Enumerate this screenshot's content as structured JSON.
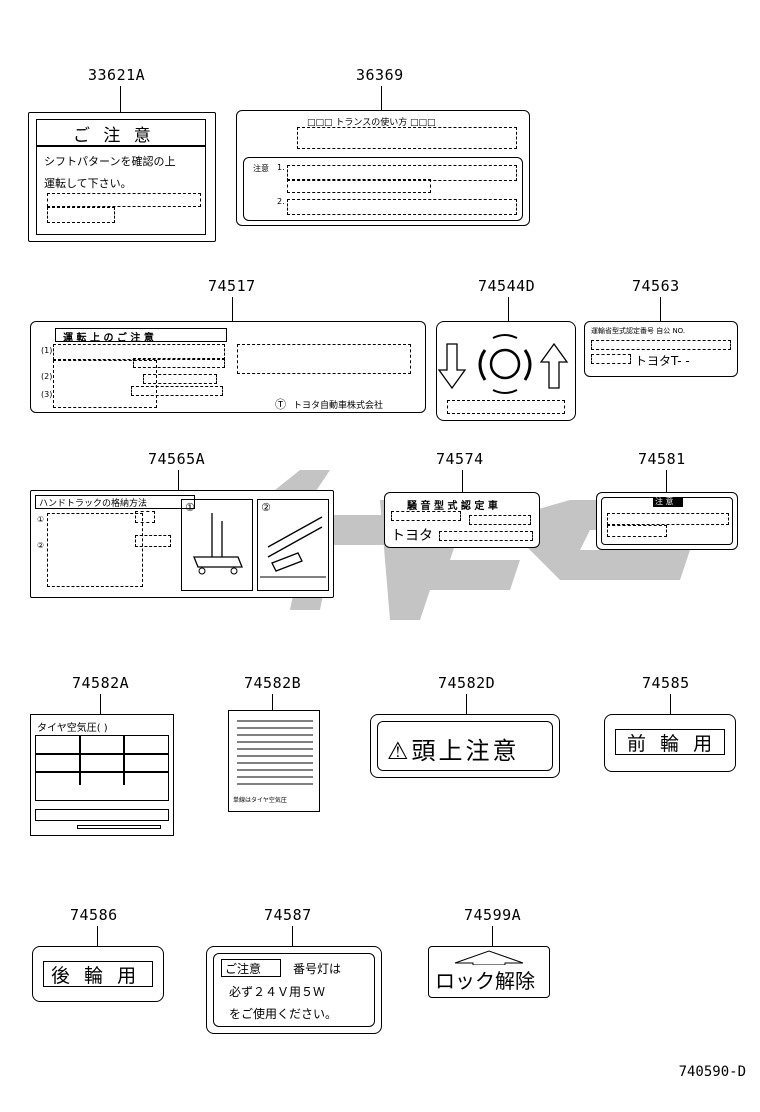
{
  "diagram_ref": "740590-D",
  "parts": {
    "p33621A": {
      "number": "33621A",
      "title": "ご 注 意",
      "line1": "シフトパターンを確認の上",
      "line2": "運転して下さい。"
    },
    "p36369": {
      "number": "36369",
      "title": "□□□ トランスの使い方 □□□",
      "note": "注意",
      "n1": "1.",
      "n2": "2."
    },
    "p74517": {
      "number": "74517",
      "title": "運 転 上 の ご 注 意",
      "i1": "(1)",
      "i2": "(2)",
      "i3": "(3)",
      "logo": "Ⓣ",
      "maker": "トヨタ自動車株式会社"
    },
    "p74544D": {
      "number": "74544D"
    },
    "p74563": {
      "number": "74563",
      "line1": "運輸省型式認定番号 自公 NO.",
      "text": "トヨタT- -"
    },
    "p74565A": {
      "number": "74565A",
      "title": "ハンドトラックの格納方法",
      "s1": "①",
      "s2": "②",
      "s3": "①",
      "s4": "②"
    },
    "p74574": {
      "number": "74574",
      "title": "騒 音 型 式 認 定 車",
      "text": "トヨタ"
    },
    "p74581": {
      "number": "74581",
      "title": "注 意"
    },
    "p74582A": {
      "number": "74582A",
      "title": "タイヤ空気圧(  )"
    },
    "p74582B": {
      "number": "74582B",
      "footer": "単線はタイヤ空気圧"
    },
    "p74582D": {
      "number": "74582D",
      "text": "⚠頭上注意"
    },
    "p74585": {
      "number": "74585",
      "text": "前 輪 用"
    },
    "p74586": {
      "number": "74586",
      "text": "後 輪 用"
    },
    "p74587": {
      "number": "74587",
      "title": "ご注意",
      "line1": "番号灯は",
      "line2": "必ず２４Ｖ用５Ｗ",
      "line3": "をご使用ください。"
    },
    "p74599A": {
      "number": "74599A",
      "text": "ロック解除"
    }
  },
  "colors": {
    "watermark": "#c4c4c4",
    "line": "#000000"
  }
}
